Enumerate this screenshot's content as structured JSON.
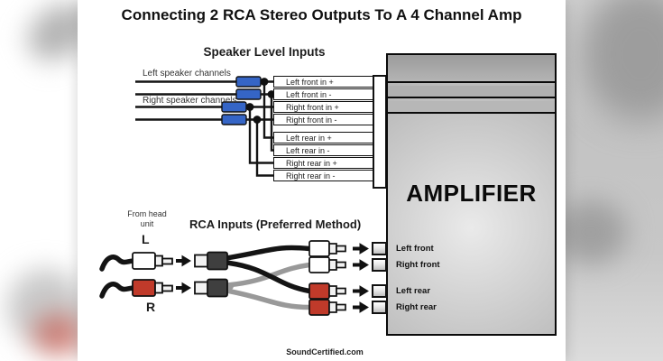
{
  "title": "Connecting 2 RCA Stereo Outputs To A 4 Channel Amp",
  "speaker_section": {
    "heading": "Speaker Level Inputs",
    "left_channels_label": "Left speaker channels",
    "right_channels_label": "Right speaker channels",
    "inputs": [
      "Left front in +",
      "Left front in -",
      "Right front in +",
      "Right front in -",
      "Left rear in +",
      "Left rear in -",
      "Right rear in +",
      "Right rear in -"
    ]
  },
  "rca_section": {
    "heading": "RCA Inputs (Preferred Method)",
    "source_label": "From head unit",
    "left_plug_label": "L",
    "right_plug_label": "R",
    "jacks": [
      "Left front",
      "Right front",
      "Left rear",
      "Right rear"
    ]
  },
  "amplifier": {
    "label": "AMPLIFIER"
  },
  "footer": {
    "credit": "SoundCertified.com"
  },
  "colors": {
    "connector_blue": "#3565c6",
    "rca_red": "#c03a2a",
    "splitter_dark": "#3f3f3f",
    "cable_gray": "#999999",
    "wire_black": "#141414",
    "amp_border": "#0a0a0a"
  }
}
